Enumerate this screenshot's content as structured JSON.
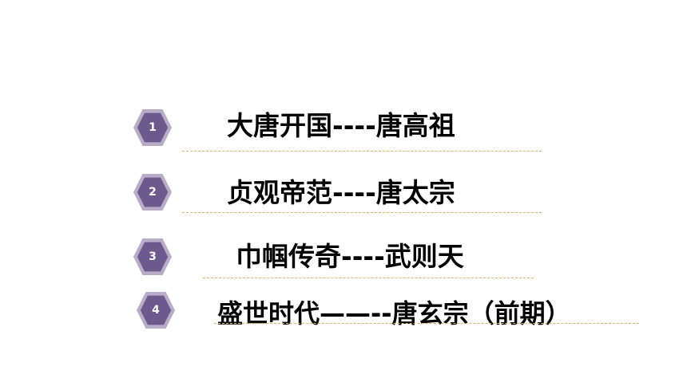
{
  "slide": {
    "items": [
      {
        "number": "1",
        "title": "大唐开国----唐高祖"
      },
      {
        "number": "2",
        "title": "贞观帝范----唐太宗"
      },
      {
        "number": "3",
        "title": "巾帼传奇----武则天"
      },
      {
        "number": "4",
        "title": "盛世时代——--唐玄宗（前期）"
      }
    ]
  },
  "colors": {
    "badge_fill": "#6d5a8c",
    "badge_border": "#b8acc9",
    "rule": "#d9b56a",
    "text": "#000000"
  }
}
